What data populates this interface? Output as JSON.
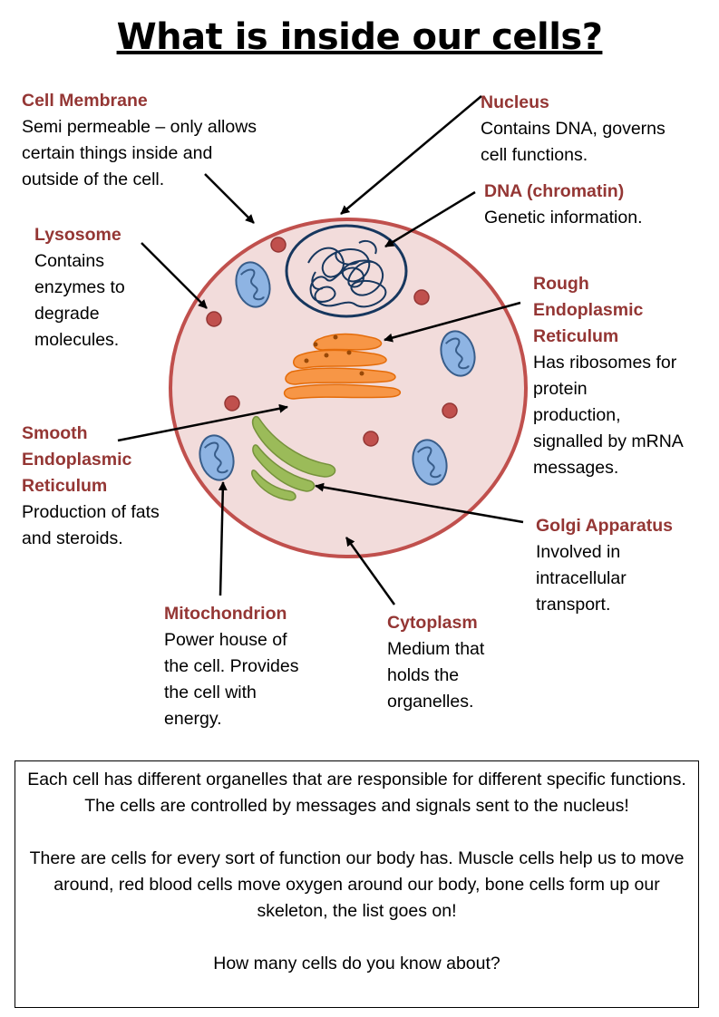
{
  "title": "What is inside our cells?",
  "labels": {
    "cell_membrane": {
      "heading": "Cell Membrane",
      "body": "Semi permeable – only allows\ncertain things inside and\noutside of the cell."
    },
    "nucleus": {
      "heading": "Nucleus",
      "body": "Contains DNA, governs\ncell functions."
    },
    "dna": {
      "heading": "DNA (chromatin)",
      "body": "Genetic information."
    },
    "lysosome": {
      "heading": "Lysosome",
      "body": "Contains\nenzymes to\ndegrade\nmolecules."
    },
    "rough_er": {
      "heading": "Rough\nEndoplasmic\nReticulum",
      "body": "Has ribosomes for\nprotein\nproduction,\nsignalled by mRNA\nmessages."
    },
    "smooth_er": {
      "heading": "Smooth\nEndoplasmic\nReticulum",
      "body": "Production of fats\nand steroids."
    },
    "golgi": {
      "heading": "Golgi Apparatus",
      "body": "Involved in\nintracellular\ntransport."
    },
    "mitochondrion": {
      "heading": "Mitochondrion",
      "body": "Power house of\nthe cell. Provides\nthe cell with\nenergy."
    },
    "cytoplasm": {
      "heading": "Cytoplasm",
      "body": "Medium that\nholds the\norganelles."
    }
  },
  "info": {
    "p1": "Each cell has different organelles that are responsible for different specific functions. The cells are controlled by messages and signals sent to the nucleus!",
    "p2": "There are cells for every sort of function our body has. Muscle cells help us to move around, red blood cells move oxygen around our body, bone cells form up our skeleton, the list goes on!",
    "p3": "How many cells do you know about?"
  },
  "colors": {
    "heading": "#943634",
    "cell_fill": "#f2dcdb",
    "membrane": "#c0504d",
    "mitochondria": "#4f81bd",
    "er": "#f79646",
    "golgi": "#9bbb59",
    "nucleus": "#17375e"
  }
}
